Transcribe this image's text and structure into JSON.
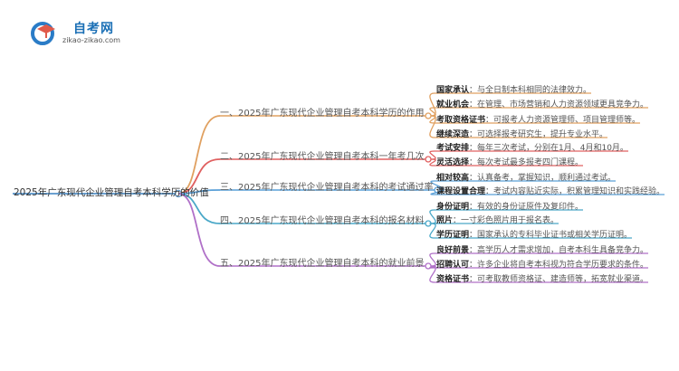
{
  "logo": {
    "title": "自考网",
    "url": "zikao-zikao.com"
  },
  "root": "2025年广东现代企业管理自考本科学历的价值",
  "branches": [
    {
      "label": "一、2025年广东现代企业管理自考本科学历的作用",
      "color": "#e0a060",
      "leaves": [
        {
          "key": "国家承认",
          "text": "：与全日制本科相同的法律效力。"
        },
        {
          "key": "就业机会",
          "text": "：在管理、市场营销和人力资源领域更具竞争力。"
        },
        {
          "key": "考取资格证书",
          "text": "：可报考人力资源管理师、项目管理师等。"
        },
        {
          "key": "继续深造",
          "text": "：可选择报考研究生，提升专业水平。"
        }
      ]
    },
    {
      "label": "二、2025年广东现代企业管理自考本科一年考几次",
      "color": "#e06060",
      "leaves": [
        {
          "key": "考试安排",
          "text": "：每年三次考试，分别在1月、4月和10月。"
        },
        {
          "key": "灵活选择",
          "text": "：每次考试最多报考四门课程。"
        }
      ]
    },
    {
      "label": "三、2025年广东现代企业管理自考本科的考试通过率",
      "color": "#5aa0d8",
      "leaves": [
        {
          "key": "相对较高",
          "text": "：认真备考，掌握知识，顺利通过考试。"
        },
        {
          "key": "课程设置合理",
          "text": "：考试内容贴近实际，积累管理知识和实践经验。"
        }
      ]
    },
    {
      "label": "四、2025年广东现代企业管理自考本科的报名材料",
      "color": "#4aa8c8",
      "leaves": [
        {
          "key": "身份证明",
          "text": "：有效的身份证原件及复印件。"
        },
        {
          "key": "照片",
          "text": "：一寸彩色照片用于报名表。"
        },
        {
          "key": "学历证明",
          "text": "：国家承认的专科毕业证书或相关学历证明。"
        }
      ]
    },
    {
      "label": "五、2025年广东现代企业管理自考本科的就业前景",
      "color": "#b070c8",
      "leaves": [
        {
          "key": "良好前景",
          "text": "：高学历人才需求增加，自考本科生具备竞争力。"
        },
        {
          "key": "招聘认可",
          "text": "：许多企业将自考本科视为符合学历要求的条件。"
        },
        {
          "key": "资格证书",
          "text": "：可考取教师资格证、建造师等，拓宽就业渠道。"
        }
      ]
    }
  ]
}
